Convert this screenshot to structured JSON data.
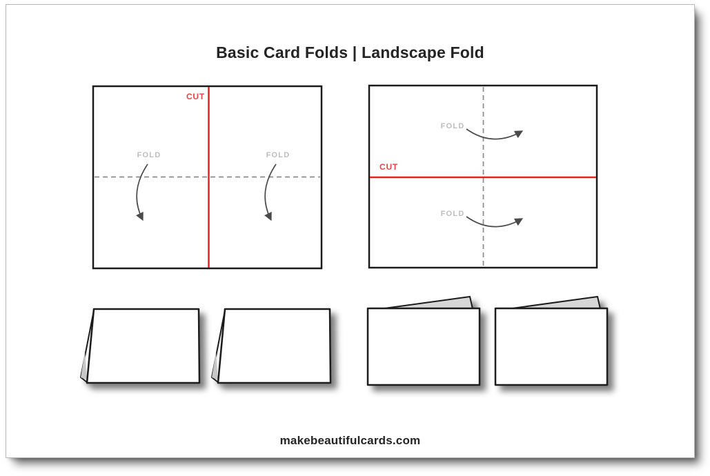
{
  "page": {
    "title": "Basic Card Folds | Landscape Fold",
    "footer": "makebeautifulcards.com"
  },
  "labels": {
    "cut": "CUT",
    "fold": "FOLD"
  },
  "colors": {
    "cut_line": "#e02323",
    "cut_text": "#e24646",
    "fold_text": "#bdbdbd",
    "dash_line": "#8a8a8a",
    "arrow": "#4a4a4a",
    "card_outline": "#1a1a1a",
    "wedge_fill": "#d7d7d7"
  }
}
